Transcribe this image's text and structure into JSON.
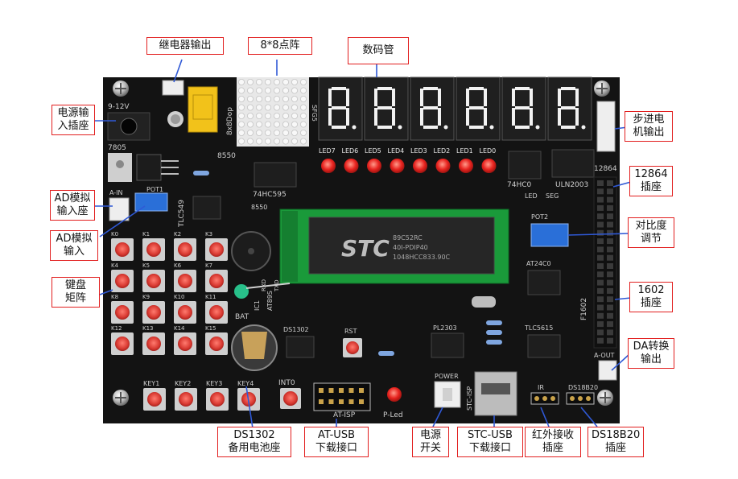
{
  "colors": {
    "pcb": "#121212",
    "label_border": "#e21f1f",
    "leader": "#2f59d6",
    "led_red": "#e8231f",
    "button_red": "#e04040",
    "button_base": "#cfcfcf",
    "socket_green": "#1a9a3a",
    "seg_white": "#f2f2f2",
    "relay_yellow": "#f2c21a",
    "pot_blue": "#2a6fd8"
  },
  "callouts": {
    "relay": "继电器输出",
    "dot_matrix": "8*8点阵",
    "seven_seg": "数码管",
    "power_in": "电源输\n入插座",
    "stepper": "步进电\n机输出",
    "ad_in_seat": "AD模拟\n输入座",
    "lcd12864": "12864\n插座",
    "ad_in": "AD模拟\n输入",
    "contrast": "对比度\n调节",
    "keypad": "键盘\n矩阵",
    "lcd1602": "1602\n插座",
    "da_out": "DA转换\n输出",
    "ds1302": "DS1302\n备用电池座",
    "at_usb": "AT-USB\n下载接口",
    "power_sw": "电源\n开关",
    "stc_usb": "STC-USB\n下载接口",
    "ir": "红外接收\n插座",
    "ds18b20": "DS18B20\n插座"
  },
  "silkscreen": {
    "voltage": "9-12V",
    "reg_7805": "7805",
    "ain": "A-IN",
    "pot1": "POT1",
    "tlc549": "TLC549",
    "dp8x8": "8x8Dop",
    "ic_74hc595": "74HC595",
    "t8550": "8550",
    "t8550b": "8550",
    "led_labels": [
      "LED7",
      "LED6",
      "LED5",
      "LED4",
      "LED3",
      "LED2",
      "LED1",
      "LED0"
    ],
    "ic_74hc0": "74HC0",
    "uln2003": "ULN2003",
    "lcd12864": "12864",
    "led": "LED",
    "seg": "SEG",
    "pot2": "POT2",
    "at24": "AT24C0",
    "f1602": "F1602",
    "aout": "A-OUT",
    "mcu": "STC",
    "mcu_model": "89C52RC",
    "mcu_line2": "40I-PDIP40",
    "mcu_line3": "1048HCC833.90C",
    "key_labels": [
      "K0",
      "K1",
      "K2",
      "K3",
      "K4",
      "K5",
      "K6",
      "K7",
      "K8",
      "K9",
      "K10",
      "K11",
      "K12",
      "K13",
      "K14",
      "K15"
    ],
    "func_keys": [
      "KEY1",
      "KEY2",
      "KEY3",
      "KEY4"
    ],
    "bat": "BAT",
    "ds1302": "DS1302",
    "rst": "RST",
    "int0": "INT0",
    "pl2303": "PL2303",
    "power": "POWER",
    "at_isp": "AT-ISP",
    "p_led": "P-Led",
    "stc_isp": "STC-ISP",
    "ir": "IR",
    "ds18b20": "DS18B20",
    "tlc5615": "TLC5615",
    "sfg5": "SFG5",
    "at89s": "AT89S",
    "ic_pin": "IC1",
    "pin_rxd": "RXD",
    "pin_txd": "TXD"
  }
}
